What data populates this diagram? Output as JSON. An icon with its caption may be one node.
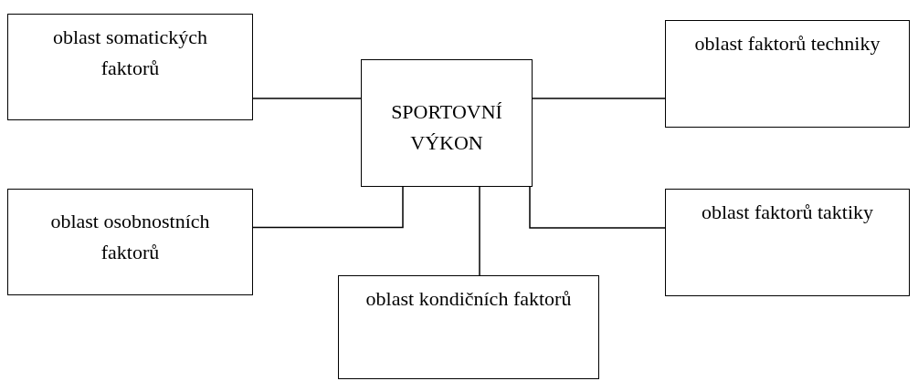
{
  "diagram": {
    "nodes": [
      {
        "text": [
          "oblast somatických faktorů"
        ]
      },
      {
        "text": [
          "SPORTOVNÍ VÝKON"
        ]
      },
      {
        "text": [
          "oblast faktorů techniky"
        ]
      },
      {
        "text": [
          "oblast osobnostních faktorů"
        ]
      },
      {
        "text": [
          "oblast faktorů taktiky"
        ]
      },
      {
        "text": [
          "oblast kondičních faktorů"
        ]
      }
    ],
    "edges": [
      {
        "from": 1,
        "to": 0,
        "arrow": "none"
      },
      {
        "from": 1,
        "to": 2,
        "arrow": "none"
      },
      {
        "from": 1,
        "to": 3,
        "arrow": "none"
      },
      {
        "from": 1,
        "to": 4,
        "arrow": "none"
      },
      {
        "from": 1,
        "to": 5,
        "arrow": "none"
      }
    ]
  }
}
